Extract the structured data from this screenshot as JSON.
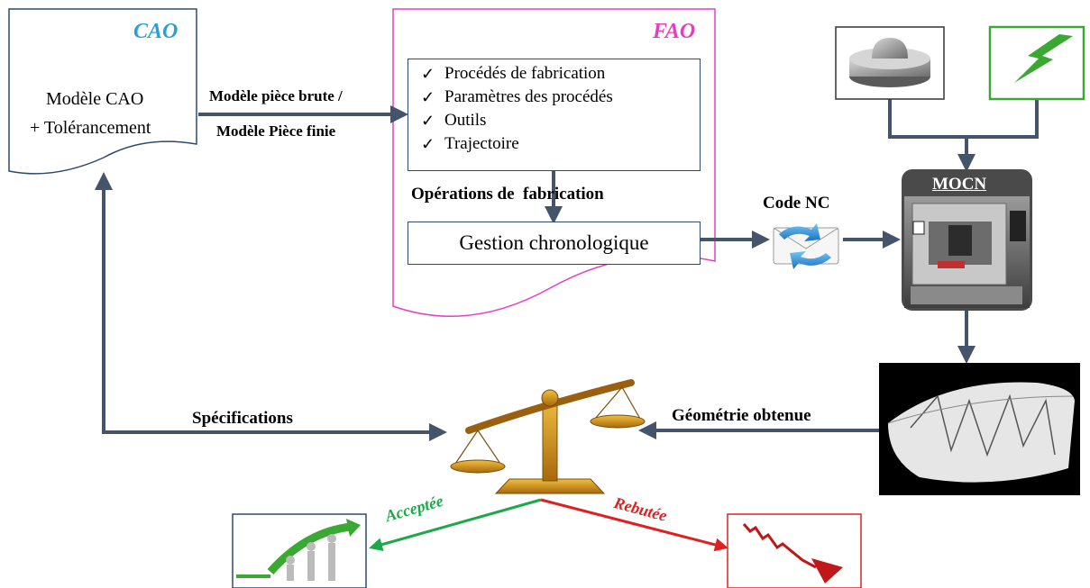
{
  "cao": {
    "title": "CAO",
    "line1": "Modèle CAO",
    "line2": "+ Tolérancement"
  },
  "model_label": {
    "line1": "Modèle pièce brute /",
    "line2": "Modèle Pièce finie"
  },
  "fao": {
    "title": "FAO",
    "checklist": [
      "Procédés de fabrication",
      "Paramètres des procédés",
      "Outils",
      "Trajectoire"
    ],
    "operations_label": "Opérations de  fabrication",
    "gestion": "Gestion chronologique"
  },
  "code_nc": "Code NC",
  "mocn": "MOCN",
  "specifications": "Spécifications",
  "geometrie": "Géométrie obtenue",
  "acceptee": "Acceptée",
  "rebutee": "Rebutée",
  "check_glyph": "✓",
  "colors": {
    "arrow": "#44546a",
    "cao_title": "#2e9fd6",
    "fao_border": "#e040c8",
    "fao_title": "#e83cc0",
    "accept": "#1ea84a",
    "reject": "#e02020",
    "bolt": "#3aa832",
    "scale": "#c9891e"
  },
  "icons": [
    "cad-part-icon",
    "energy-bolt-icon",
    "cnc-machine-icon",
    "mail-transfer-icon",
    "balance-scale-icon",
    "machined-surface-icon",
    "growth-chart-icon",
    "decline-chart-icon"
  ]
}
